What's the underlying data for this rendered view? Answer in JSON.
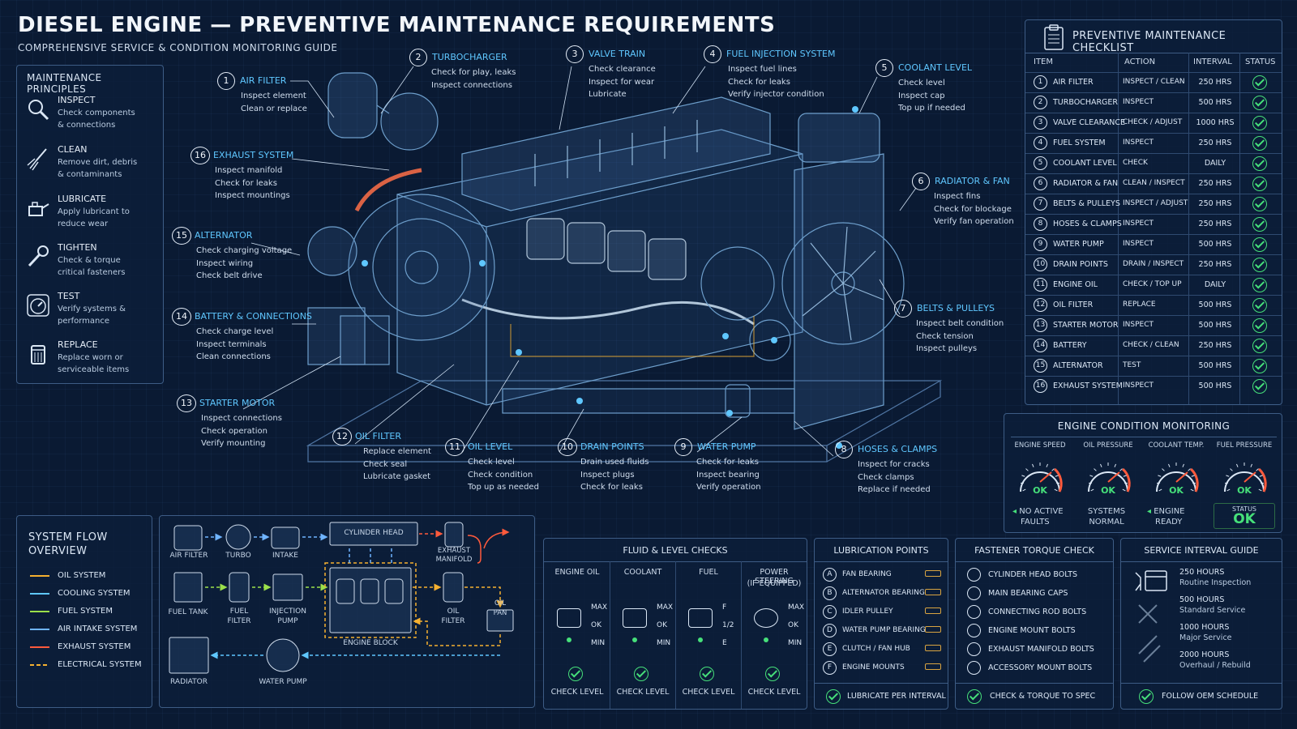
{
  "header": {
    "title": "DIESEL ENGINE — PREVENTIVE MAINTENANCE REQUIREMENTS",
    "subtitle": "COMPREHENSIVE SERVICE & CONDITION MONITORING GUIDE"
  },
  "principles": {
    "title": "MAINTENANCE PRINCIPLES",
    "items": [
      {
        "name": "INSPECT",
        "desc1": "Check components",
        "desc2": "& connections",
        "icon": "magnifier-icon"
      },
      {
        "name": "CLEAN",
        "desc1": "Remove dirt, debris",
        "desc2": "& contaminants",
        "icon": "brush-icon"
      },
      {
        "name": "LUBRICATE",
        "desc1": "Apply lubricant to",
        "desc2": "reduce wear",
        "icon": "oil-can-icon"
      },
      {
        "name": "TIGHTEN",
        "desc1": "Check & torque",
        "desc2": "critical fasteners",
        "icon": "wrench-icon"
      },
      {
        "name": "TEST",
        "desc1": "Verify systems &",
        "desc2": "performance",
        "icon": "gauge-icon"
      },
      {
        "name": "REPLACE",
        "desc1": "Replace worn or",
        "desc2": "serviceable items",
        "icon": "filter-icon"
      }
    ]
  },
  "callouts": [
    {
      "num": "1",
      "title": "AIR FILTER",
      "l1": "Inspect element",
      "l2": "Clean or replace",
      "l3": ""
    },
    {
      "num": "2",
      "title": "TURBOCHARGER",
      "l1": "Check for play, leaks",
      "l2": "Inspect connections",
      "l3": ""
    },
    {
      "num": "3",
      "title": "VALVE TRAIN",
      "l1": "Check clearance",
      "l2": "Inspect for wear",
      "l3": "Lubricate"
    },
    {
      "num": "4",
      "title": "FUEL INJECTION SYSTEM",
      "l1": "Inspect fuel lines",
      "l2": "Check for leaks",
      "l3": "Verify injector condition"
    },
    {
      "num": "5",
      "title": "COOLANT LEVEL",
      "l1": "Check level",
      "l2": "Inspect cap",
      "l3": "Top up if needed"
    },
    {
      "num": "6",
      "title": "RADIATOR & FAN",
      "l1": "Inspect fins",
      "l2": "Check for blockage",
      "l3": "Verify fan operation"
    },
    {
      "num": "7",
      "title": "BELTS & PULLEYS",
      "l1": "Inspect belt condition",
      "l2": "Check tension",
      "l3": "Inspect pulleys"
    },
    {
      "num": "8",
      "title": "HOSES & CLAMPS",
      "l1": "Inspect for cracks",
      "l2": "Check clamps",
      "l3": "Replace if needed"
    },
    {
      "num": "9",
      "title": "WATER PUMP",
      "l1": "Check for leaks",
      "l2": "Inspect bearing",
      "l3": "Verify operation"
    },
    {
      "num": "10",
      "title": "DRAIN POINTS",
      "l1": "Drain used fluids",
      "l2": "Inspect plugs",
      "l3": "Check for leaks"
    },
    {
      "num": "11",
      "title": "OIL LEVEL",
      "l1": "Check level",
      "l2": "Check condition",
      "l3": "Top up as needed"
    },
    {
      "num": "12",
      "title": "OIL FILTER",
      "l1": "Replace element",
      "l2": "Check seal",
      "l3": "Lubricate gasket"
    },
    {
      "num": "13",
      "title": "STARTER MOTOR",
      "l1": "Inspect connections",
      "l2": "Check operation",
      "l3": "Verify mounting"
    },
    {
      "num": "14",
      "title": "BATTERY & CONNECTIONS",
      "l1": "Check charge level",
      "l2": "Inspect terminals",
      "l3": "Clean connections"
    },
    {
      "num": "15",
      "title": "ALTERNATOR",
      "l1": "Check charging voltage",
      "l2": "Inspect wiring",
      "l3": "Check belt drive"
    },
    {
      "num": "16",
      "title": "EXHAUST SYSTEM",
      "l1": "Inspect manifold",
      "l2": "Check for leaks",
      "l3": "Inspect mountings"
    }
  ],
  "checklist": {
    "title": "PREVENTIVE MAINTENANCE CHECKLIST",
    "headers": {
      "item": "ITEM",
      "action": "ACTION",
      "interval": "INTERVAL",
      "status": "STATUS"
    },
    "rows": [
      {
        "num": "1",
        "item": "AIR FILTER",
        "action": "INSPECT / CLEAN",
        "interval": "250 HRS"
      },
      {
        "num": "2",
        "item": "TURBOCHARGER",
        "action": "INSPECT",
        "interval": "500 HRS"
      },
      {
        "num": "3",
        "item": "VALVE CLEARANCE",
        "action": "CHECK / ADJUST",
        "interval": "1000 HRS"
      },
      {
        "num": "4",
        "item": "FUEL SYSTEM",
        "action": "INSPECT",
        "interval": "250 HRS"
      },
      {
        "num": "5",
        "item": "COOLANT LEVEL",
        "action": "CHECK",
        "interval": "DAILY"
      },
      {
        "num": "6",
        "item": "RADIATOR & FAN",
        "action": "CLEAN / INSPECT",
        "interval": "250 HRS"
      },
      {
        "num": "7",
        "item": "BELTS & PULLEYS",
        "action": "INSPECT / ADJUST",
        "interval": "250 HRS"
      },
      {
        "num": "8",
        "item": "HOSES & CLAMPS",
        "action": "INSPECT",
        "interval": "250 HRS"
      },
      {
        "num": "9",
        "item": "WATER PUMP",
        "action": "INSPECT",
        "interval": "500 HRS"
      },
      {
        "num": "10",
        "item": "DRAIN POINTS",
        "action": "DRAIN / INSPECT",
        "interval": "250 HRS"
      },
      {
        "num": "11",
        "item": "ENGINE OIL",
        "action": "CHECK / TOP UP",
        "interval": "DAILY"
      },
      {
        "num": "12",
        "item": "OIL FILTER",
        "action": "REPLACE",
        "interval": "500 HRS"
      },
      {
        "num": "13",
        "item": "STARTER MOTOR",
        "action": "INSPECT",
        "interval": "500 HRS"
      },
      {
        "num": "14",
        "item": "BATTERY",
        "action": "CHECK / CLEAN",
        "interval": "250 HRS"
      },
      {
        "num": "15",
        "item": "ALTERNATOR",
        "action": "TEST",
        "interval": "500 HRS"
      },
      {
        "num": "16",
        "item": "EXHAUST SYSTEM",
        "action": "INSPECT",
        "interval": "500 HRS"
      }
    ]
  },
  "monitoring": {
    "title": "ENGINE CONDITION MONITORING",
    "gauges": [
      {
        "label": "ENGINE SPEED",
        "value": "OK"
      },
      {
        "label": "OIL PRESSURE",
        "value": "OK"
      },
      {
        "label": "COOLANT TEMP.",
        "value": "OK"
      },
      {
        "label": "FUEL PRESSURE",
        "value": "OK"
      }
    ],
    "status": [
      {
        "l1": "NO ACTIVE",
        "l2": "FAULTS"
      },
      {
        "l1": "SYSTEMS",
        "l2": "NORMAL"
      },
      {
        "l1": "ENGINE",
        "l2": "READY"
      }
    ],
    "status_box": {
      "label": "STATUS",
      "value": "OK"
    }
  },
  "flow": {
    "title1": "SYSTEM FLOW",
    "title2": "OVERVIEW",
    "legend": [
      {
        "label": "OIL SYSTEM",
        "color": "#f5b030",
        "dashed": false
      },
      {
        "label": "COOLING SYSTEM",
        "color": "#5fc7ff",
        "dashed": false
      },
      {
        "label": "FUEL SYSTEM",
        "color": "#9be04a",
        "dashed": false
      },
      {
        "label": "AIR INTAKE SYSTEM",
        "color": "#6fb4ff",
        "dashed": false
      },
      {
        "label": "EXHAUST SYSTEM",
        "color": "#ff5a3c",
        "dashed": false
      },
      {
        "label": "ELECTRICAL SYSTEM",
        "color": "#f5b030",
        "dashed": true
      }
    ],
    "nodes": {
      "air_filter": "AIR FILTER",
      "turbo": "TURBO",
      "intake": "INTAKE",
      "cylinder_head": "CYLINDER HEAD",
      "exhaust1": "EXHAUST",
      "exhaust2": "MANIFOLD",
      "fuel_tank": "FUEL TANK",
      "fuel_filter1": "FUEL",
      "fuel_filter2": "FILTER",
      "injection1": "INJECTION",
      "injection2": "PUMP",
      "engine_block": "ENGINE BLOCK",
      "oil_filter1": "OIL",
      "oil_filter2": "FILTER",
      "oil_pan1": "OIL",
      "oil_pan2": "PAN",
      "radiator": "RADIATOR",
      "water_pump": "WATER PUMP"
    }
  },
  "fluid": {
    "title": "FLUID & LEVEL CHECKS",
    "columns": [
      {
        "name1": "ENGINE OIL",
        "name2": "",
        "top": "MAX",
        "mid": "OK",
        "bot": "MIN",
        "check": "CHECK LEVEL"
      },
      {
        "name1": "COOLANT",
        "name2": "",
        "top": "MAX",
        "mid": "OK",
        "bot": "MIN",
        "check": "CHECK LEVEL"
      },
      {
        "name1": "FUEL",
        "name2": "",
        "top": "F",
        "mid": "1/2",
        "bot": "E",
        "check": "CHECK LEVEL"
      },
      {
        "name1": "POWER STEERING",
        "name2": "(IF EQUIPPED)",
        "top": "MAX",
        "mid": "OK",
        "bot": "MIN",
        "check": "CHECK LEVEL"
      }
    ]
  },
  "lubrication": {
    "title": "LUBRICATION POINTS",
    "items": [
      {
        "letter": "A",
        "label": "FAN BEARING"
      },
      {
        "letter": "B",
        "label": "ALTERNATOR BEARING"
      },
      {
        "letter": "C",
        "label": "IDLER PULLEY"
      },
      {
        "letter": "D",
        "label": "WATER PUMP BEARING"
      },
      {
        "letter": "E",
        "label": "CLUTCH / FAN HUB"
      },
      {
        "letter": "F",
        "label": "ENGINE MOUNTS"
      }
    ],
    "footer": "LUBRICATE PER INTERVAL"
  },
  "torque": {
    "title": "FASTENER TORQUE CHECK",
    "items": [
      "CYLINDER HEAD BOLTS",
      "MAIN BEARING CAPS",
      "CONNECTING ROD BOLTS",
      "ENGINE MOUNT BOLTS",
      "EXHAUST MANIFOLD BOLTS",
      "ACCESSORY MOUNT BOLTS"
    ],
    "footer": "CHECK & TORQUE TO SPEC"
  },
  "service": {
    "title": "SERVICE INTERVAL GUIDE",
    "items": [
      {
        "hours": "250 HOURS",
        "desc": "Routine Inspection"
      },
      {
        "hours": "500 HOURS",
        "desc": "Standard Service"
      },
      {
        "hours": "1000 HOURS",
        "desc": "Major Service"
      },
      {
        "hours": "2000 HOURS",
        "desc": "Overhaul / Rebuild"
      }
    ],
    "footer": "FOLLOW OEM SCHEDULE"
  },
  "colors": {
    "accent": "#5fc7ff",
    "ok": "#46e07a",
    "background": "#0a1a33"
  }
}
